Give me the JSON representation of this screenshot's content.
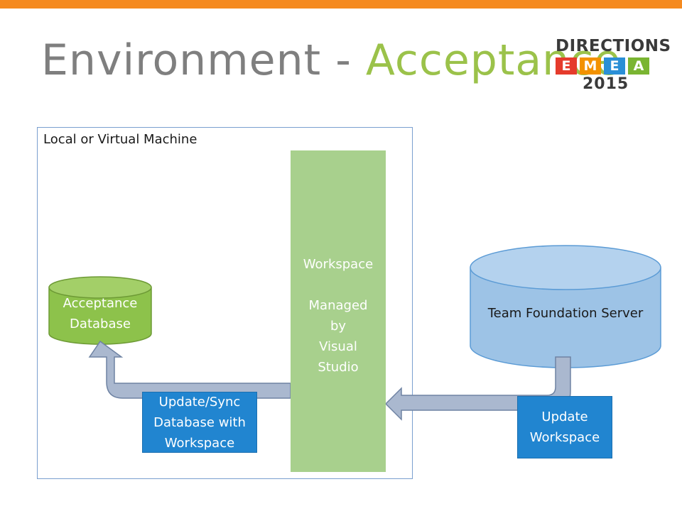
{
  "slide": {
    "title_prefix": "Environment - ",
    "title_accent": "Acceptance"
  },
  "logo": {
    "word": "DIRECTIONS",
    "letters": [
      "E",
      "M",
      "E",
      "A"
    ],
    "letter_colors": [
      "#e53b2c",
      "#f39200",
      "#2a8fd6",
      "#7ab532"
    ],
    "year": "2015"
  },
  "diagram": {
    "machine_label": "Local or Virtual Machine",
    "workspace": {
      "line1": "Workspace",
      "line2": "Managed",
      "line3": "by",
      "line4": "Visual",
      "line5": "Studio"
    },
    "acceptance_db": {
      "line1": "Acceptance",
      "line2": "Database"
    },
    "tfs_label": "Team Foundation Server",
    "sync_box": {
      "line1": "Update/Sync",
      "line2": "Database with",
      "line3": "Workspace"
    },
    "update_box": {
      "line1": "Update",
      "line2": "Workspace"
    }
  },
  "colors": {
    "top_bar": "#f58a1f",
    "title_gray": "#7f7f7f",
    "title_green": "#9bc24a",
    "workspace_green": "#a8d08d",
    "db_green": "#8dc24b",
    "tfs_blue": "#9dc3e6",
    "box_blue": "#2185d0",
    "arrow_fill": "#aab8cf"
  }
}
